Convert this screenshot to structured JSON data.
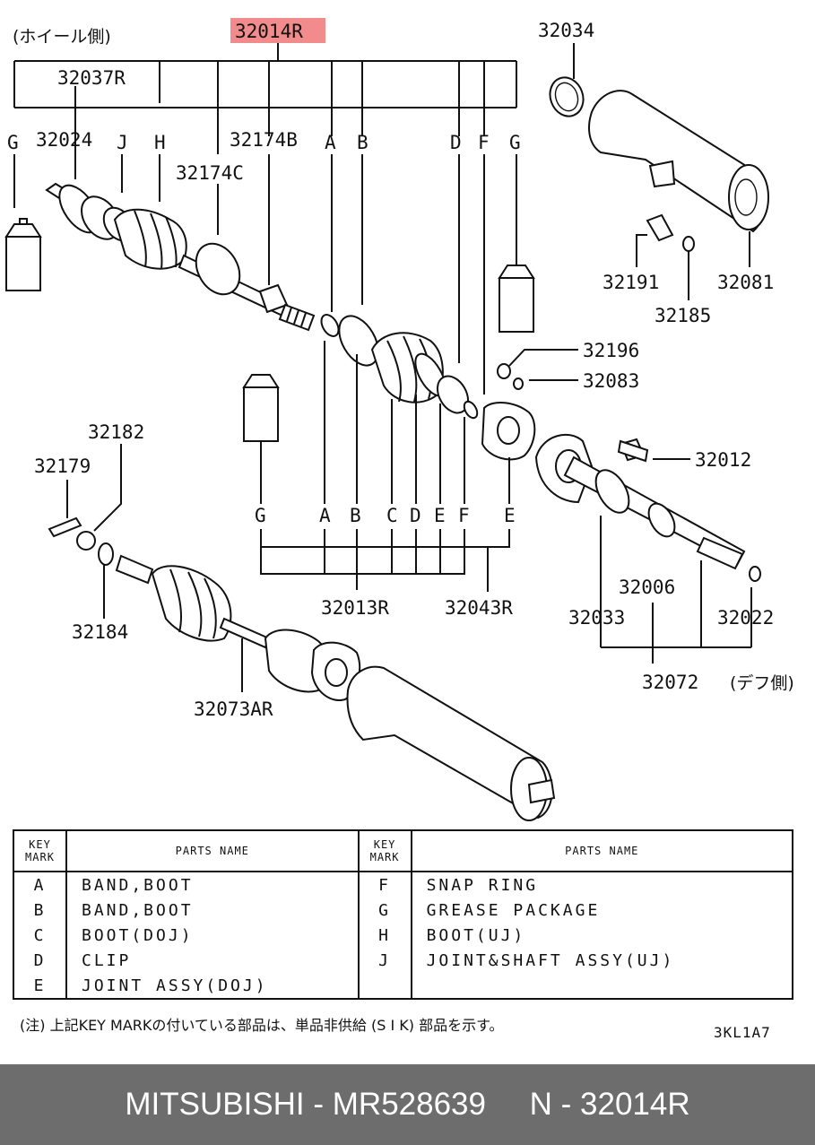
{
  "header": {
    "wheel_side": "(ホイール側)",
    "diff_side": "(デフ側)",
    "highlight_part": "32014R"
  },
  "labels": {
    "p32037R": "32037R",
    "p32024": "32024",
    "p32174B": "32174B",
    "p32174C": "32174C",
    "p32034": "32034",
    "p32191": "32191",
    "p32081": "32081",
    "p32185": "32185",
    "p32196": "32196",
    "p32083": "32083",
    "p32012": "32012",
    "p32182": "32182",
    "p32179": "32179",
    "p32184": "32184",
    "p32073AR": "32073AR",
    "p32013R": "32013R",
    "p32043R": "32043R",
    "p32006": "32006",
    "p32033": "32033",
    "p32022": "32022",
    "p32072": "32072"
  },
  "key_letters": {
    "G": "G",
    "J": "J",
    "H": "H",
    "A": "A",
    "B": "B",
    "C": "C",
    "D": "D",
    "E": "E",
    "F": "F"
  },
  "legend": {
    "col_key": "KEY MARK",
    "col_name": "PARTS NAME",
    "left": [
      {
        "key": "A",
        "name": "BAND,BOOT"
      },
      {
        "key": "B",
        "name": "BAND,BOOT"
      },
      {
        "key": "C",
        "name": "BOOT(DOJ)"
      },
      {
        "key": "D",
        "name": "CLIP"
      },
      {
        "key": "E",
        "name": "JOINT ASSY(DOJ)"
      }
    ],
    "right": [
      {
        "key": "F",
        "name": "SNAP RING"
      },
      {
        "key": "G",
        "name": "GREASE PACKAGE"
      },
      {
        "key": "H",
        "name": "BOOT(UJ)"
      },
      {
        "key": "J",
        "name": "JOINT&SHAFT ASSY(UJ)"
      },
      {
        "key": "",
        "name": ""
      }
    ]
  },
  "note": "(注) 上記KEY MARKの付いている部品は、単品非供給 (S I K) 部品を示す。",
  "drawing_code": "3KL1A7",
  "footer": {
    "brand": "MITSUBISHI",
    "sep1": " - ",
    "part_number": "MR528639",
    "gap": "     ",
    "ref_prefix": "N - ",
    "ref": "32014R"
  },
  "colors": {
    "highlight": "#f28b8b",
    "footer_bg": "#6d6d6d"
  }
}
